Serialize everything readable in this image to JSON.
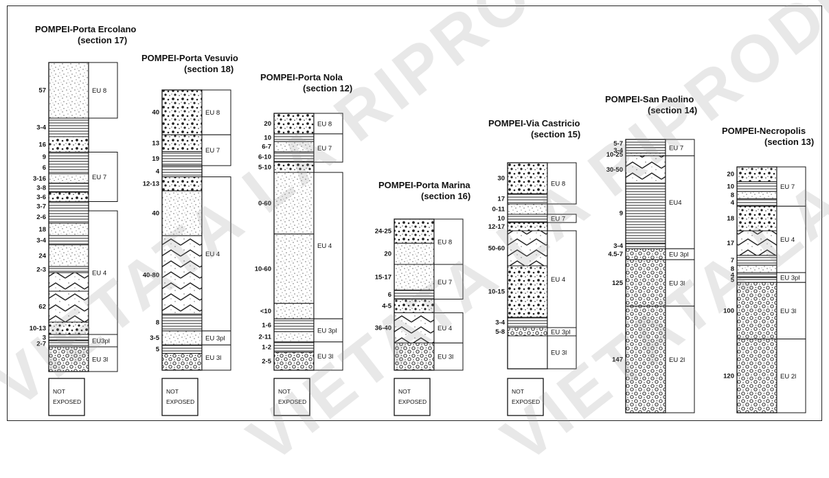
{
  "watermark": "VIETATA LA RIPRODUZIONE",
  "sections": [
    {
      "id": "porta-ercolano",
      "title": "POMPEI-Porta Ercolano",
      "subtitle": "(section 17)",
      "layers": [
        {
          "t": "57",
          "p": "d"
        },
        {
          "t": "3-4",
          "p": "h"
        },
        {
          "t": "16",
          "p": "p"
        },
        {
          "t": "9",
          "p": "h"
        },
        {
          "t": "6",
          "p": "h"
        },
        {
          "t": "3-16",
          "p": "d"
        },
        {
          "t": "3-8",
          "p": "h"
        },
        {
          "t": "3-6",
          "p": "p"
        },
        {
          "t": "3-7",
          "p": "h"
        },
        {
          "t": "2-6",
          "p": "h"
        },
        {
          "t": "18",
          "p": "d"
        },
        {
          "t": "3-4",
          "p": "h"
        },
        {
          "t": "24",
          "p": "d"
        },
        {
          "t": "2-3",
          "p": "h"
        },
        {
          "t": "",
          "p": "x"
        },
        {
          "t": "62",
          "p": "x"
        },
        {
          "t": "10-13",
          "p": "p"
        },
        {
          "t": "3",
          "p": "h"
        },
        {
          "t": "2-7",
          "p": "h"
        },
        {
          "t": "",
          "p": "o"
        }
      ],
      "units": [
        "EU 8",
        "EU 7",
        "EU 4",
        "EU3pl",
        "EU 3l"
      ],
      "not_exposed": [
        "NOT",
        "EXPOSED"
      ]
    },
    {
      "id": "porta-vesuvio",
      "title": "POMPEI-Porta Vesuvio",
      "subtitle": "(section 18)",
      "layers": [
        {
          "t": "40",
          "p": "p"
        },
        {
          "t": "13",
          "p": "p"
        },
        {
          "t": "19",
          "p": "h"
        },
        {
          "t": "4",
          "p": "h"
        },
        {
          "t": "12-13",
          "p": "p"
        },
        {
          "t": "40",
          "p": "d"
        },
        {
          "t": "40-80",
          "p": "x"
        },
        {
          "t": "8",
          "p": "h"
        },
        {
          "t": "3-5",
          "p": "d"
        },
        {
          "t": "5",
          "p": "h"
        },
        {
          "t": "",
          "p": "o"
        }
      ],
      "units": [
        "EU 8",
        "EU 7",
        "EU 4",
        "EU 3pl",
        "EU 3l"
      ],
      "not_exposed": [
        "NOT",
        "EXPOSED"
      ]
    },
    {
      "id": "porta-nola",
      "title": "POMPEI-Porta Nola",
      "subtitle": "(section 12)",
      "layers": [
        {
          "t": "20",
          "p": "p"
        },
        {
          "t": "10",
          "p": "h"
        },
        {
          "t": "6-7",
          "p": "d"
        },
        {
          "t": "6-10",
          "p": "h"
        },
        {
          "t": "5-10",
          "p": "p"
        },
        {
          "t": "0-60",
          "p": "d"
        },
        {
          "t": "10-60",
          "p": "d"
        },
        {
          "t": "<10",
          "p": "d"
        },
        {
          "t": "1-6",
          "p": "h"
        },
        {
          "t": "2-11",
          "p": "d"
        },
        {
          "t": "1-2",
          "p": "h"
        },
        {
          "t": "2-5",
          "p": "o"
        }
      ],
      "units": [
        "EU 8",
        "EU 7",
        "EU 4",
        "EU 3pl",
        "EU 3l"
      ],
      "not_exposed": [
        "NOT",
        "EXPOSED"
      ]
    },
    {
      "id": "porta-marina",
      "title": "POMPEI-Porta Marina",
      "subtitle": "(section 16)",
      "layers": [
        {
          "t": "24-25",
          "p": "p"
        },
        {
          "t": "20",
          "p": "d"
        },
        {
          "t": "15-17",
          "p": "d"
        },
        {
          "t": "6",
          "p": "h"
        },
        {
          "t": "4-5",
          "p": "p"
        },
        {
          "t": "36-40",
          "p": "x"
        },
        {
          "t": "",
          "p": "o"
        }
      ],
      "units": [
        "EU 8",
        "EU 7",
        "EU 4",
        "EU 3l"
      ],
      "not_exposed": [
        "NOT",
        "EXPOSED"
      ]
    },
    {
      "id": "via-castricio",
      "title": "POMPEI-Via Castricio",
      "subtitle": "(section 15)",
      "layers": [
        {
          "t": "30",
          "p": "p"
        },
        {
          "t": "17",
          "p": "h"
        },
        {
          "t": "0-11",
          "p": "d"
        },
        {
          "t": "10",
          "p": "h"
        },
        {
          "t": "12-17",
          "p": "p"
        },
        {
          "t": "50-60",
          "p": "x"
        },
        {
          "t": "10-15",
          "p": "p"
        },
        {
          "t": "3-4",
          "p": "h"
        },
        {
          "t": "5-8",
          "p": "o"
        }
      ],
      "units": [
        "EU 8",
        "EU 7",
        "EU 4",
        "EU 3pl",
        "EU 3l"
      ],
      "not_exposed": [
        "NOT",
        "EXPOSED"
      ]
    },
    {
      "id": "san-paolino",
      "title": "POMPEI-San Paolino",
      "subtitle": "(section 14)",
      "layers": [
        {
          "t": "5-7",
          "p": "h"
        },
        {
          "t": "3-4",
          "p": "h"
        },
        {
          "t": "10-25",
          "p": "p"
        },
        {
          "t": "30-50",
          "p": "x"
        },
        {
          "t": "9",
          "p": "h"
        },
        {
          "t": "3-4",
          "p": "h"
        },
        {
          "t": "4.5-7",
          "p": "o"
        },
        {
          "t": "125",
          "p": "o"
        },
        {
          "t": "147",
          "p": "o"
        }
      ],
      "units": [
        "EU 7",
        "EU4",
        "EU 3pl",
        "EU 3l",
        "EU 2l"
      ],
      "not_exposed": []
    },
    {
      "id": "necropolis",
      "title": "POMPEI-Necropolis",
      "subtitle": "(section 13)",
      "layers": [
        {
          "t": "20",
          "p": "p"
        },
        {
          "t": "10",
          "p": "h"
        },
        {
          "t": "8",
          "p": "d"
        },
        {
          "t": "4",
          "p": "h"
        },
        {
          "t": "18",
          "p": "p"
        },
        {
          "t": "17",
          "p": "x"
        },
        {
          "t": "7",
          "p": "h"
        },
        {
          "t": "8",
          "p": "d"
        },
        {
          "t": "4",
          "p": "h"
        },
        {
          "t": "5",
          "p": "h"
        },
        {
          "t": "100",
          "p": "o"
        },
        {
          "t": "120",
          "p": "o"
        }
      ],
      "units": [
        "EU 7",
        "EU 4",
        "EU 3pl",
        "EU 3l",
        "EU 2l"
      ],
      "not_exposed": []
    }
  ]
}
